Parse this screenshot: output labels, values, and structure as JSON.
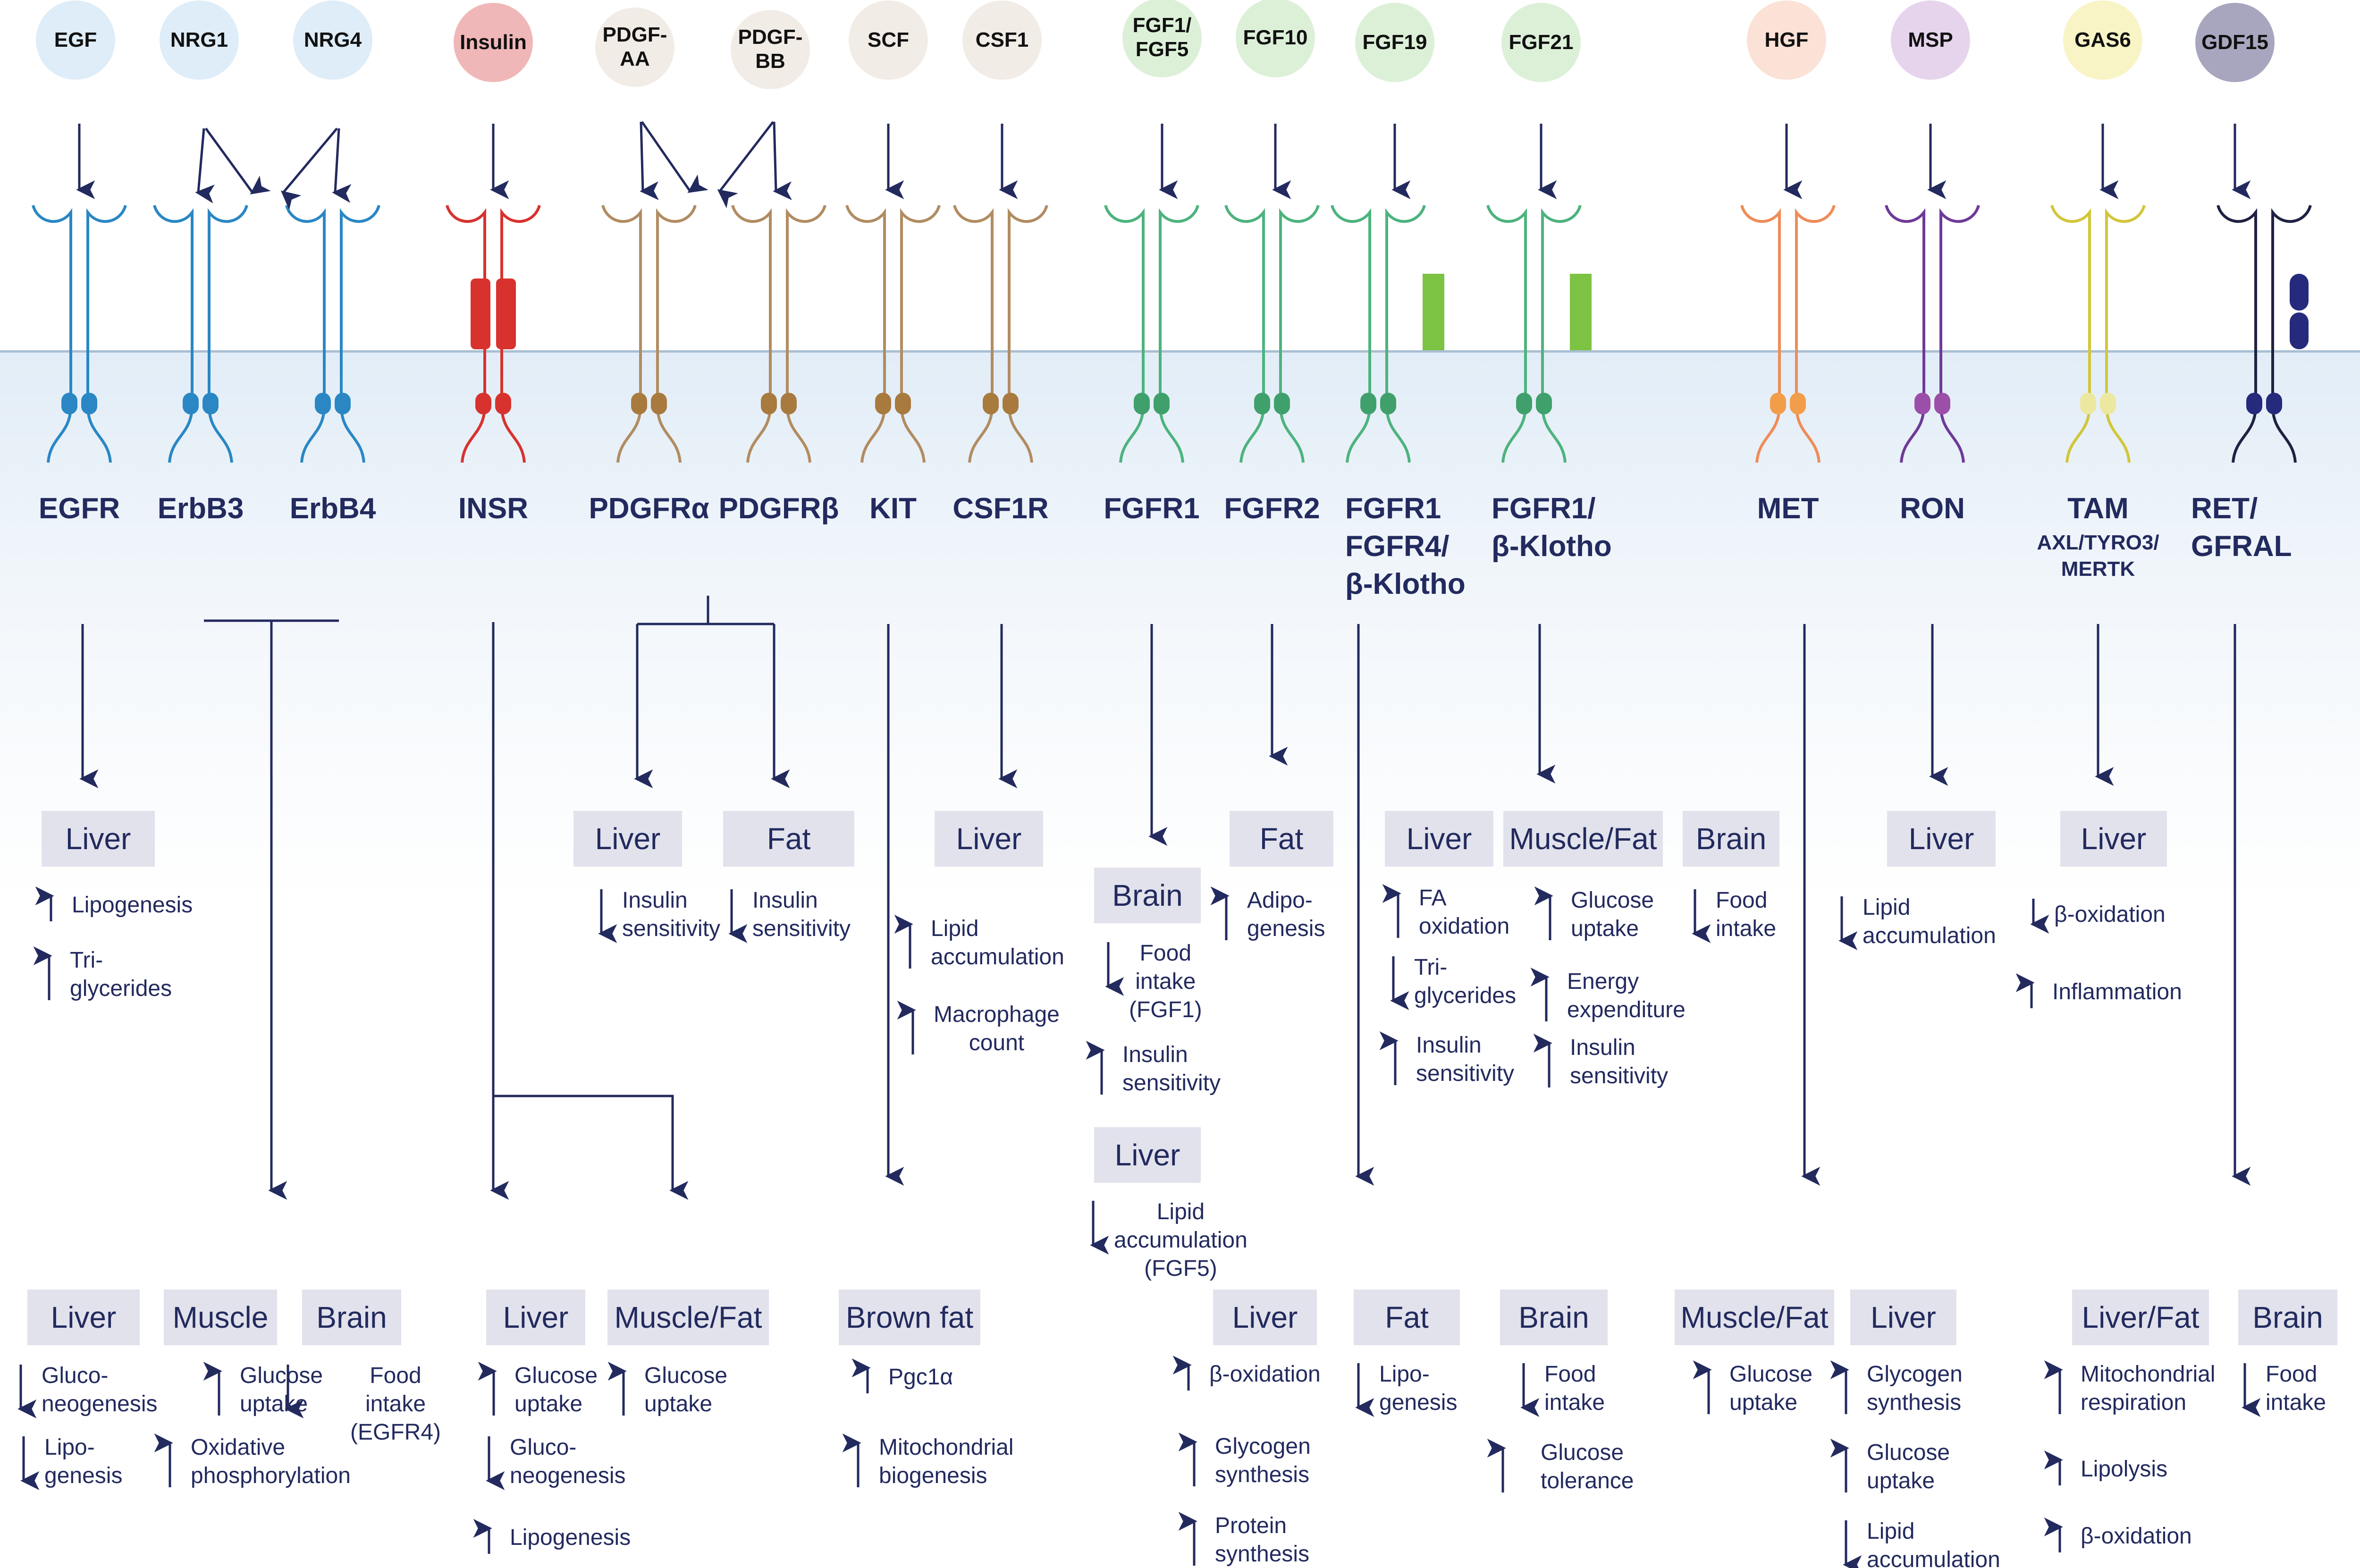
{
  "colors": {
    "navy": "#222a5e",
    "box": "#e1e2ec",
    "klotho": "#7cc343"
  },
  "ligands": [
    {
      "id": "egf",
      "label": "EGF",
      "color": "#deedf8"
    },
    {
      "id": "nrg1",
      "label": "NRG1",
      "color": "#deedf8"
    },
    {
      "id": "nrg4",
      "label": "NRG4",
      "color": "#deedf8"
    },
    {
      "id": "insulin",
      "label": "Insulin",
      "color": "#f0b7b8"
    },
    {
      "id": "pdgf-aa",
      "label": "PDGF-\nAA",
      "color": "#f2ece6"
    },
    {
      "id": "pdgf-bb",
      "label": "PDGF-\nBB",
      "color": "#f2ece6"
    },
    {
      "id": "scf",
      "label": "SCF",
      "color": "#f2ece6"
    },
    {
      "id": "csf1",
      "label": "CSF1",
      "color": "#f2ece6"
    },
    {
      "id": "fgf1-fgf5",
      "label": "FGF1/\nFGF5",
      "color": "#dcf0d8"
    },
    {
      "id": "fgf10",
      "label": "FGF10",
      "color": "#dcf0d8"
    },
    {
      "id": "fgf19",
      "label": "FGF19",
      "color": "#dcf0d8"
    },
    {
      "id": "fgf21",
      "label": "FGF21",
      "color": "#dcf0d8"
    },
    {
      "id": "hgf",
      "label": "HGF",
      "color": "#fbe1d6"
    },
    {
      "id": "msp",
      "label": "MSP",
      "color": "#e6d4ed"
    },
    {
      "id": "gas6",
      "label": "GAS6",
      "color": "#f8f4c6"
    },
    {
      "id": "gdf15",
      "label": "GDF15",
      "color": "#a8a6bf"
    }
  ],
  "receptors": [
    {
      "id": "egfr",
      "label": "EGFR",
      "color": "#2a87c4",
      "dot": "#2a87c4"
    },
    {
      "id": "erbb3",
      "label": "ErbB3",
      "color": "#2a87c4",
      "dot": "#2a87c4"
    },
    {
      "id": "erbb4",
      "label": "ErbB4",
      "color": "#2a87c4",
      "dot": "#2a87c4"
    },
    {
      "id": "insr",
      "label": "INSR",
      "color": "#d8322f",
      "dot": "#d8322f"
    },
    {
      "id": "pdgfra",
      "label": "PDGFRα",
      "color": "#b18c61",
      "dot": "#a87a3e"
    },
    {
      "id": "pdgfrb",
      "label": "PDGFRβ",
      "color": "#b18c61",
      "dot": "#a87a3e"
    },
    {
      "id": "kit",
      "label": "KIT",
      "color": "#b18c61",
      "dot": "#a87a3e"
    },
    {
      "id": "csf1r",
      "label": "CSF1R",
      "color": "#b18c61",
      "dot": "#a87a3e"
    },
    {
      "id": "fgfr1",
      "label": "FGFR1",
      "color": "#4db37e",
      "dot": "#3fa06c"
    },
    {
      "id": "fgfr2",
      "label": "FGFR2",
      "color": "#4db37e",
      "dot": "#3fa06c"
    },
    {
      "id": "fgfr1-fgfr4-klotho",
      "label": "FGFR1\nFGFR4/\nβ-Klotho",
      "color": "#4db37e",
      "dot": "#3fa06c"
    },
    {
      "id": "fgfr1-klotho",
      "label": "FGFR1/\nβ-Klotho",
      "color": "#4db37e",
      "dot": "#3fa06c"
    },
    {
      "id": "met",
      "label": "MET",
      "color": "#ef8c58",
      "dot": "#f29d4a"
    },
    {
      "id": "ron",
      "label": "RON",
      "color": "#6e3a98",
      "dot": "#9b4fa8"
    },
    {
      "id": "tam",
      "label": "TAM",
      "sub": "AXL/TYRO3/\nMERTK",
      "color": "#d2c63a",
      "dot": "#ece8a0"
    },
    {
      "id": "ret-gfral",
      "label": "RET/\nGFRAL",
      "color": "#1f2242",
      "dot": "#262a7c"
    }
  ],
  "tissues": [
    {
      "id": "egfr-liver",
      "label": "Liver"
    },
    {
      "id": "pdgfra-liver",
      "label": "Liver"
    },
    {
      "id": "pdgfrb-fat",
      "label": "Fat"
    },
    {
      "id": "csf1r-liver",
      "label": "Liver"
    },
    {
      "id": "fgfr1-brain",
      "label": "Brain"
    },
    {
      "id": "fgfr1-liver",
      "label": "Liver"
    },
    {
      "id": "fgfr2-fat",
      "label": "Fat"
    },
    {
      "id": "fgf19-liver",
      "label": "Liver"
    },
    {
      "id": "fgf21-musclefat",
      "label": "Muscle/Fat"
    },
    {
      "id": "fgf21-brain",
      "label": "Brain"
    },
    {
      "id": "ron-liver",
      "label": "Liver"
    },
    {
      "id": "tam-liver",
      "label": "Liver"
    },
    {
      "id": "erbb-liver",
      "label": "Liver"
    },
    {
      "id": "erbb-muscle",
      "label": "Muscle"
    },
    {
      "id": "erbb-brain",
      "label": "Brain"
    },
    {
      "id": "insr-liver",
      "label": "Liver"
    },
    {
      "id": "insr-musclefat",
      "label": "Muscle/Fat"
    },
    {
      "id": "kit-brownfat",
      "label": "Brown fat"
    },
    {
      "id": "fgfr14-liver",
      "label": "Liver"
    },
    {
      "id": "fgfr14-fat",
      "label": "Fat"
    },
    {
      "id": "fgfr14-brain",
      "label": "Brain"
    },
    {
      "id": "met-musclefat",
      "label": "Muscle/Fat"
    },
    {
      "id": "met-liver",
      "label": "Liver"
    },
    {
      "id": "ret-liverfat",
      "label": "Liver/Fat"
    },
    {
      "id": "ret-brain",
      "label": "Brain"
    }
  ],
  "effects": [
    {
      "id": "e1",
      "dir": "up",
      "text": "Lipogenesis"
    },
    {
      "id": "e2",
      "dir": "up",
      "text": "Tri-\nglycerides"
    },
    {
      "id": "e3",
      "dir": "down",
      "text": "Insulin\nsensitivity"
    },
    {
      "id": "e4",
      "dir": "down",
      "text": "Insulin\nsensitivity"
    },
    {
      "id": "e5",
      "dir": "up",
      "text": "Lipid\naccumulation"
    },
    {
      "id": "e6",
      "dir": "up",
      "text": "Macrophage\ncount"
    },
    {
      "id": "e7",
      "dir": "down",
      "text": "Food\nintake\n(FGF1)"
    },
    {
      "id": "e8",
      "dir": "up",
      "text": "Insulin\nsensitivity"
    },
    {
      "id": "e9",
      "dir": "down",
      "text": "Lipid\naccumulation\n(FGF5)"
    },
    {
      "id": "e10",
      "dir": "up",
      "text": "Adipo-\ngenesis"
    },
    {
      "id": "e11",
      "dir": "up",
      "text": "FA\noxidation"
    },
    {
      "id": "e12",
      "dir": "down",
      "text": "Tri-\nglycerides"
    },
    {
      "id": "e13",
      "dir": "up",
      "text": "Insulin\nsensitivity"
    },
    {
      "id": "e14",
      "dir": "up",
      "text": "Glucose\nuptake"
    },
    {
      "id": "e15",
      "dir": "up",
      "text": "Energy\nexpenditure"
    },
    {
      "id": "e16",
      "dir": "up",
      "text": "Insulin\nsensitivity"
    },
    {
      "id": "e17",
      "dir": "down",
      "text": "Food\nintake"
    },
    {
      "id": "e18",
      "dir": "down",
      "text": "Lipid\naccumulation"
    },
    {
      "id": "e19",
      "dir": "down",
      "text": "β-oxidation"
    },
    {
      "id": "e20",
      "dir": "up",
      "text": "Inflammation"
    },
    {
      "id": "e21",
      "dir": "down",
      "text": "Gluco-\nneogenesis"
    },
    {
      "id": "e22",
      "dir": "down",
      "text": "Lipo-\ngenesis"
    },
    {
      "id": "e23",
      "dir": "up",
      "text": "Glucose\nuptake"
    },
    {
      "id": "e24",
      "dir": "up",
      "text": "Oxidative\nphosphorylation"
    },
    {
      "id": "e25",
      "dir": "down",
      "text": "Food\nintake\n(EGFR4)"
    },
    {
      "id": "e26",
      "dir": "up",
      "text": "Glucose\nuptake"
    },
    {
      "id": "e27",
      "dir": "down",
      "text": "Gluco-\nneogenesis"
    },
    {
      "id": "e28",
      "dir": "up",
      "text": "Lipogenesis"
    },
    {
      "id": "e29",
      "dir": "up",
      "text": "Glucose\nuptake"
    },
    {
      "id": "e30",
      "dir": "up",
      "text": "Pgc1α"
    },
    {
      "id": "e31",
      "dir": "up",
      "text": "Mitochondrial\nbiogenesis"
    },
    {
      "id": "e32",
      "dir": "up",
      "text": "β-oxidation"
    },
    {
      "id": "e33",
      "dir": "up",
      "text": "Glycogen\nsynthesis"
    },
    {
      "id": "e34",
      "dir": "up",
      "text": "Protein\nsynthesis"
    },
    {
      "id": "e35",
      "dir": "down",
      "text": "Lipo-\ngenesis"
    },
    {
      "id": "e36",
      "dir": "down",
      "text": "Food\nintake"
    },
    {
      "id": "e37",
      "dir": "up",
      "text": "Glucose\ntolerance"
    },
    {
      "id": "e38",
      "dir": "up",
      "text": "Glucose\nuptake"
    },
    {
      "id": "e39",
      "dir": "up",
      "text": "Glycogen\nsynthesis"
    },
    {
      "id": "e40",
      "dir": "up",
      "text": "Glucose\nuptake"
    },
    {
      "id": "e41",
      "dir": "down",
      "text": "Lipid\naccumulation"
    },
    {
      "id": "e42",
      "dir": "up",
      "text": "Mitochondrial\nrespiration"
    },
    {
      "id": "e43",
      "dir": "up",
      "text": "Lipolysis"
    },
    {
      "id": "e44",
      "dir": "up",
      "text": "β-oxidation"
    },
    {
      "id": "e45",
      "dir": "down",
      "text": "Food\nintake"
    }
  ]
}
